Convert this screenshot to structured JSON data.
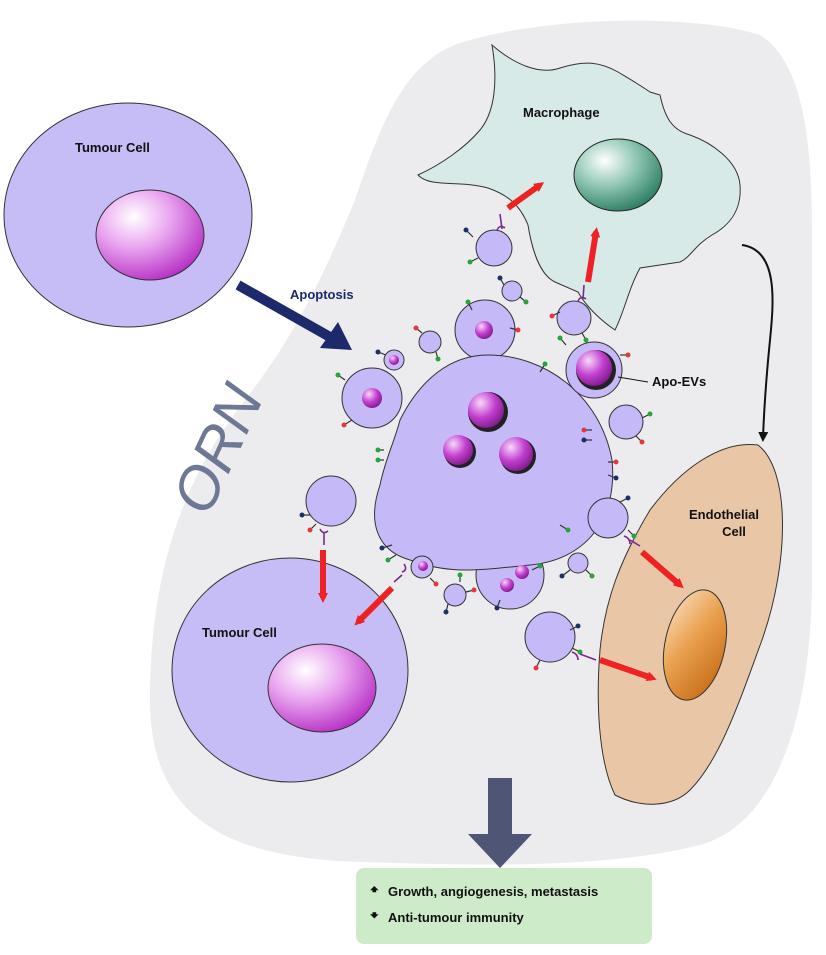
{
  "labels": {
    "tumour_cell_top": "Tumour Cell",
    "apoptosis": "Apoptosis",
    "macrophage": "Macrophage",
    "apo_evs": "Apo-EVs",
    "orn": "ORN",
    "endothelial_line1": "Endothelial",
    "endothelial_line2": "Cell",
    "tumour_cell_bottom": "Tumour Cell"
  },
  "outcome": {
    "up_icon": "up-arrow-icon",
    "up_text": "Growth, angiogenesis, metastasis",
    "down_icon": "down-arrow-icon",
    "down_text": "Anti-tumour immunity"
  },
  "colors": {
    "background_region": "#ececee",
    "tumour_cell": "#c7bdf6",
    "apoptotic_cell": "#c5b9f7",
    "nucleus": "#c23fcf",
    "macrophage": "#d7eae8",
    "macrophage_nucleus": "#2e8a6c",
    "endothelial": "#e9c7a6",
    "endothelial_nucleus": "#d57a18",
    "red_arrow": "#ee2222",
    "apoptosis_arrow": "#1c2a6b",
    "outcome_arrow": "#4e5575",
    "outcome_box": "#cdebc8"
  }
}
